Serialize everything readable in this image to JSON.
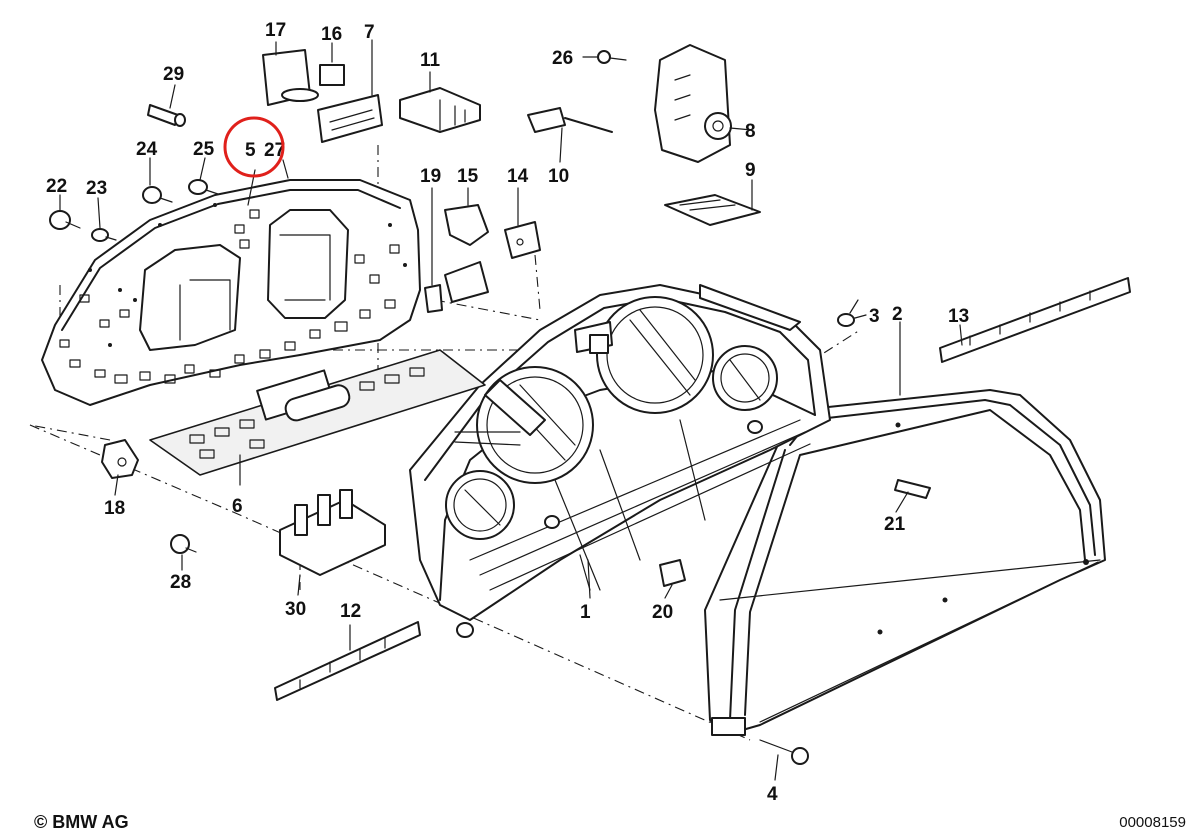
{
  "callouts": [
    {
      "id": "c1",
      "label": "1"
    },
    {
      "id": "c2",
      "label": "2"
    },
    {
      "id": "c3",
      "label": "3"
    },
    {
      "id": "c4",
      "label": "4"
    },
    {
      "id": "c5",
      "label": "5"
    },
    {
      "id": "c6",
      "label": "6"
    },
    {
      "id": "c7",
      "label": "7"
    },
    {
      "id": "c8",
      "label": "8"
    },
    {
      "id": "c9",
      "label": "9"
    },
    {
      "id": "c10",
      "label": "10"
    },
    {
      "id": "c11",
      "label": "11"
    },
    {
      "id": "c12",
      "label": "12"
    },
    {
      "id": "c13",
      "label": "13"
    },
    {
      "id": "c14",
      "label": "14"
    },
    {
      "id": "c15",
      "label": "15"
    },
    {
      "id": "c16",
      "label": "16"
    },
    {
      "id": "c17",
      "label": "17"
    },
    {
      "id": "c18",
      "label": "18"
    },
    {
      "id": "c19",
      "label": "19"
    },
    {
      "id": "c20",
      "label": "20"
    },
    {
      "id": "c21",
      "label": "21"
    },
    {
      "id": "c22",
      "label": "22"
    },
    {
      "id": "c23",
      "label": "23"
    },
    {
      "id": "c24",
      "label": "24"
    },
    {
      "id": "c25",
      "label": "25"
    },
    {
      "id": "c26",
      "label": "26"
    },
    {
      "id": "c27",
      "label": "27"
    },
    {
      "id": "c28",
      "label": "28"
    },
    {
      "id": "c29",
      "label": "29"
    },
    {
      "id": "c30",
      "label": "30"
    }
  ],
  "highlighted_part": "5",
  "highlight_color": "#e0201b",
  "copyright": "© BMW AG",
  "reference_number": "00008159"
}
